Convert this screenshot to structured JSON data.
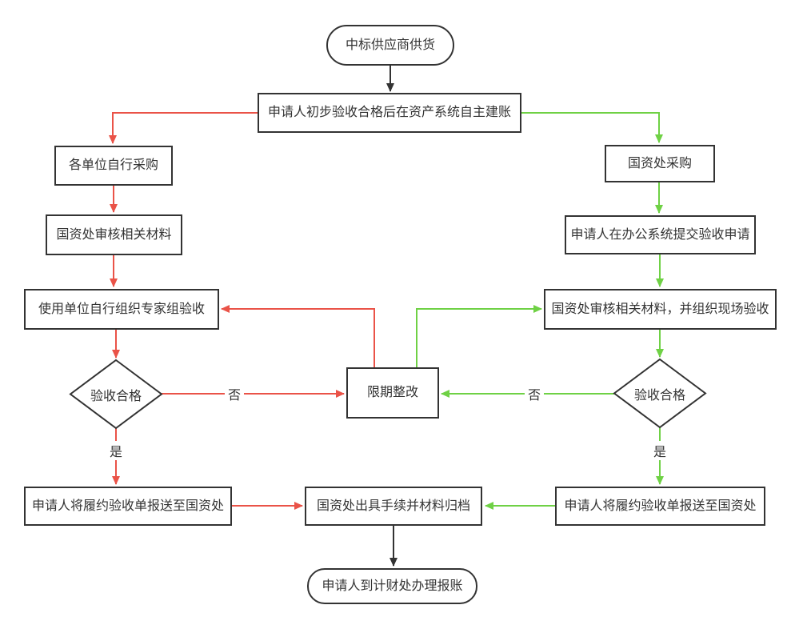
{
  "colors": {
    "left_branch": "#ea5348",
    "right_branch": "#6fd145",
    "neutral": "#333333",
    "node_border": "#333333",
    "node_fill": "#ffffff",
    "text": "#333333",
    "background": "#ffffff"
  },
  "nodes": {
    "start": {
      "label": "中标供应商供货",
      "shape": "terminal"
    },
    "init_ledger": {
      "label": "申请人初步验收合格后在资产系统自主建账",
      "shape": "process"
    },
    "unit_purchase": {
      "label": "各单位自行采购",
      "shape": "process"
    },
    "gzc_review_left": {
      "label": "国资处审核相关材料",
      "shape": "process"
    },
    "expert_acceptance": {
      "label": "使用单位自行组织专家组验收",
      "shape": "process"
    },
    "check_left": {
      "label": "验收合格",
      "shape": "decision"
    },
    "submit_left": {
      "label": "申请人将履约验收单报送至国资处",
      "shape": "process"
    },
    "gzc_purchase": {
      "label": "国资处采购",
      "shape": "process"
    },
    "oa_apply": {
      "label": "申请人在办公系统提交验收申请",
      "shape": "process"
    },
    "gzc_review_right": {
      "label": "国资处审核相关材料，并组织现场验收",
      "shape": "process"
    },
    "check_right": {
      "label": "验收合格",
      "shape": "decision"
    },
    "submit_right": {
      "label": "申请人将履约验收单报送至国资处",
      "shape": "process"
    },
    "rectify": {
      "label": "限期整改",
      "shape": "process"
    },
    "archive": {
      "label": "国资处出具手续并材料归档",
      "shape": "process"
    },
    "reimburse": {
      "label": "申请人到计财处办理报账",
      "shape": "terminal"
    }
  },
  "edge_labels": {
    "no": "否",
    "yes": "是"
  },
  "edges": [
    {
      "from": "start",
      "to": "init_ledger",
      "color": "neutral"
    },
    {
      "from": "init_ledger",
      "to": "unit_purchase",
      "color": "left_branch"
    },
    {
      "from": "init_ledger",
      "to": "gzc_purchase",
      "color": "right_branch"
    },
    {
      "from": "unit_purchase",
      "to": "gzc_review_left",
      "color": "left_branch"
    },
    {
      "from": "gzc_review_left",
      "to": "expert_acceptance",
      "color": "left_branch"
    },
    {
      "from": "expert_acceptance",
      "to": "check_left",
      "color": "left_branch"
    },
    {
      "from": "check_left",
      "to": "rectify",
      "label": "否",
      "color": "left_branch"
    },
    {
      "from": "rectify",
      "to": "expert_acceptance",
      "color": "left_branch"
    },
    {
      "from": "check_left",
      "to": "submit_left",
      "label": "是",
      "color": "left_branch"
    },
    {
      "from": "submit_left",
      "to": "archive",
      "color": "left_branch"
    },
    {
      "from": "gzc_purchase",
      "to": "oa_apply",
      "color": "right_branch"
    },
    {
      "from": "oa_apply",
      "to": "gzc_review_right",
      "color": "right_branch"
    },
    {
      "from": "gzc_review_right",
      "to": "check_right",
      "color": "right_branch"
    },
    {
      "from": "check_right",
      "to": "rectify",
      "label": "否",
      "color": "right_branch"
    },
    {
      "from": "rectify",
      "to": "gzc_review_right",
      "color": "right_branch"
    },
    {
      "from": "check_right",
      "to": "submit_right",
      "label": "是",
      "color": "right_branch"
    },
    {
      "from": "submit_right",
      "to": "archive",
      "color": "right_branch"
    },
    {
      "from": "archive",
      "to": "reimburse",
      "color": "neutral"
    }
  ]
}
